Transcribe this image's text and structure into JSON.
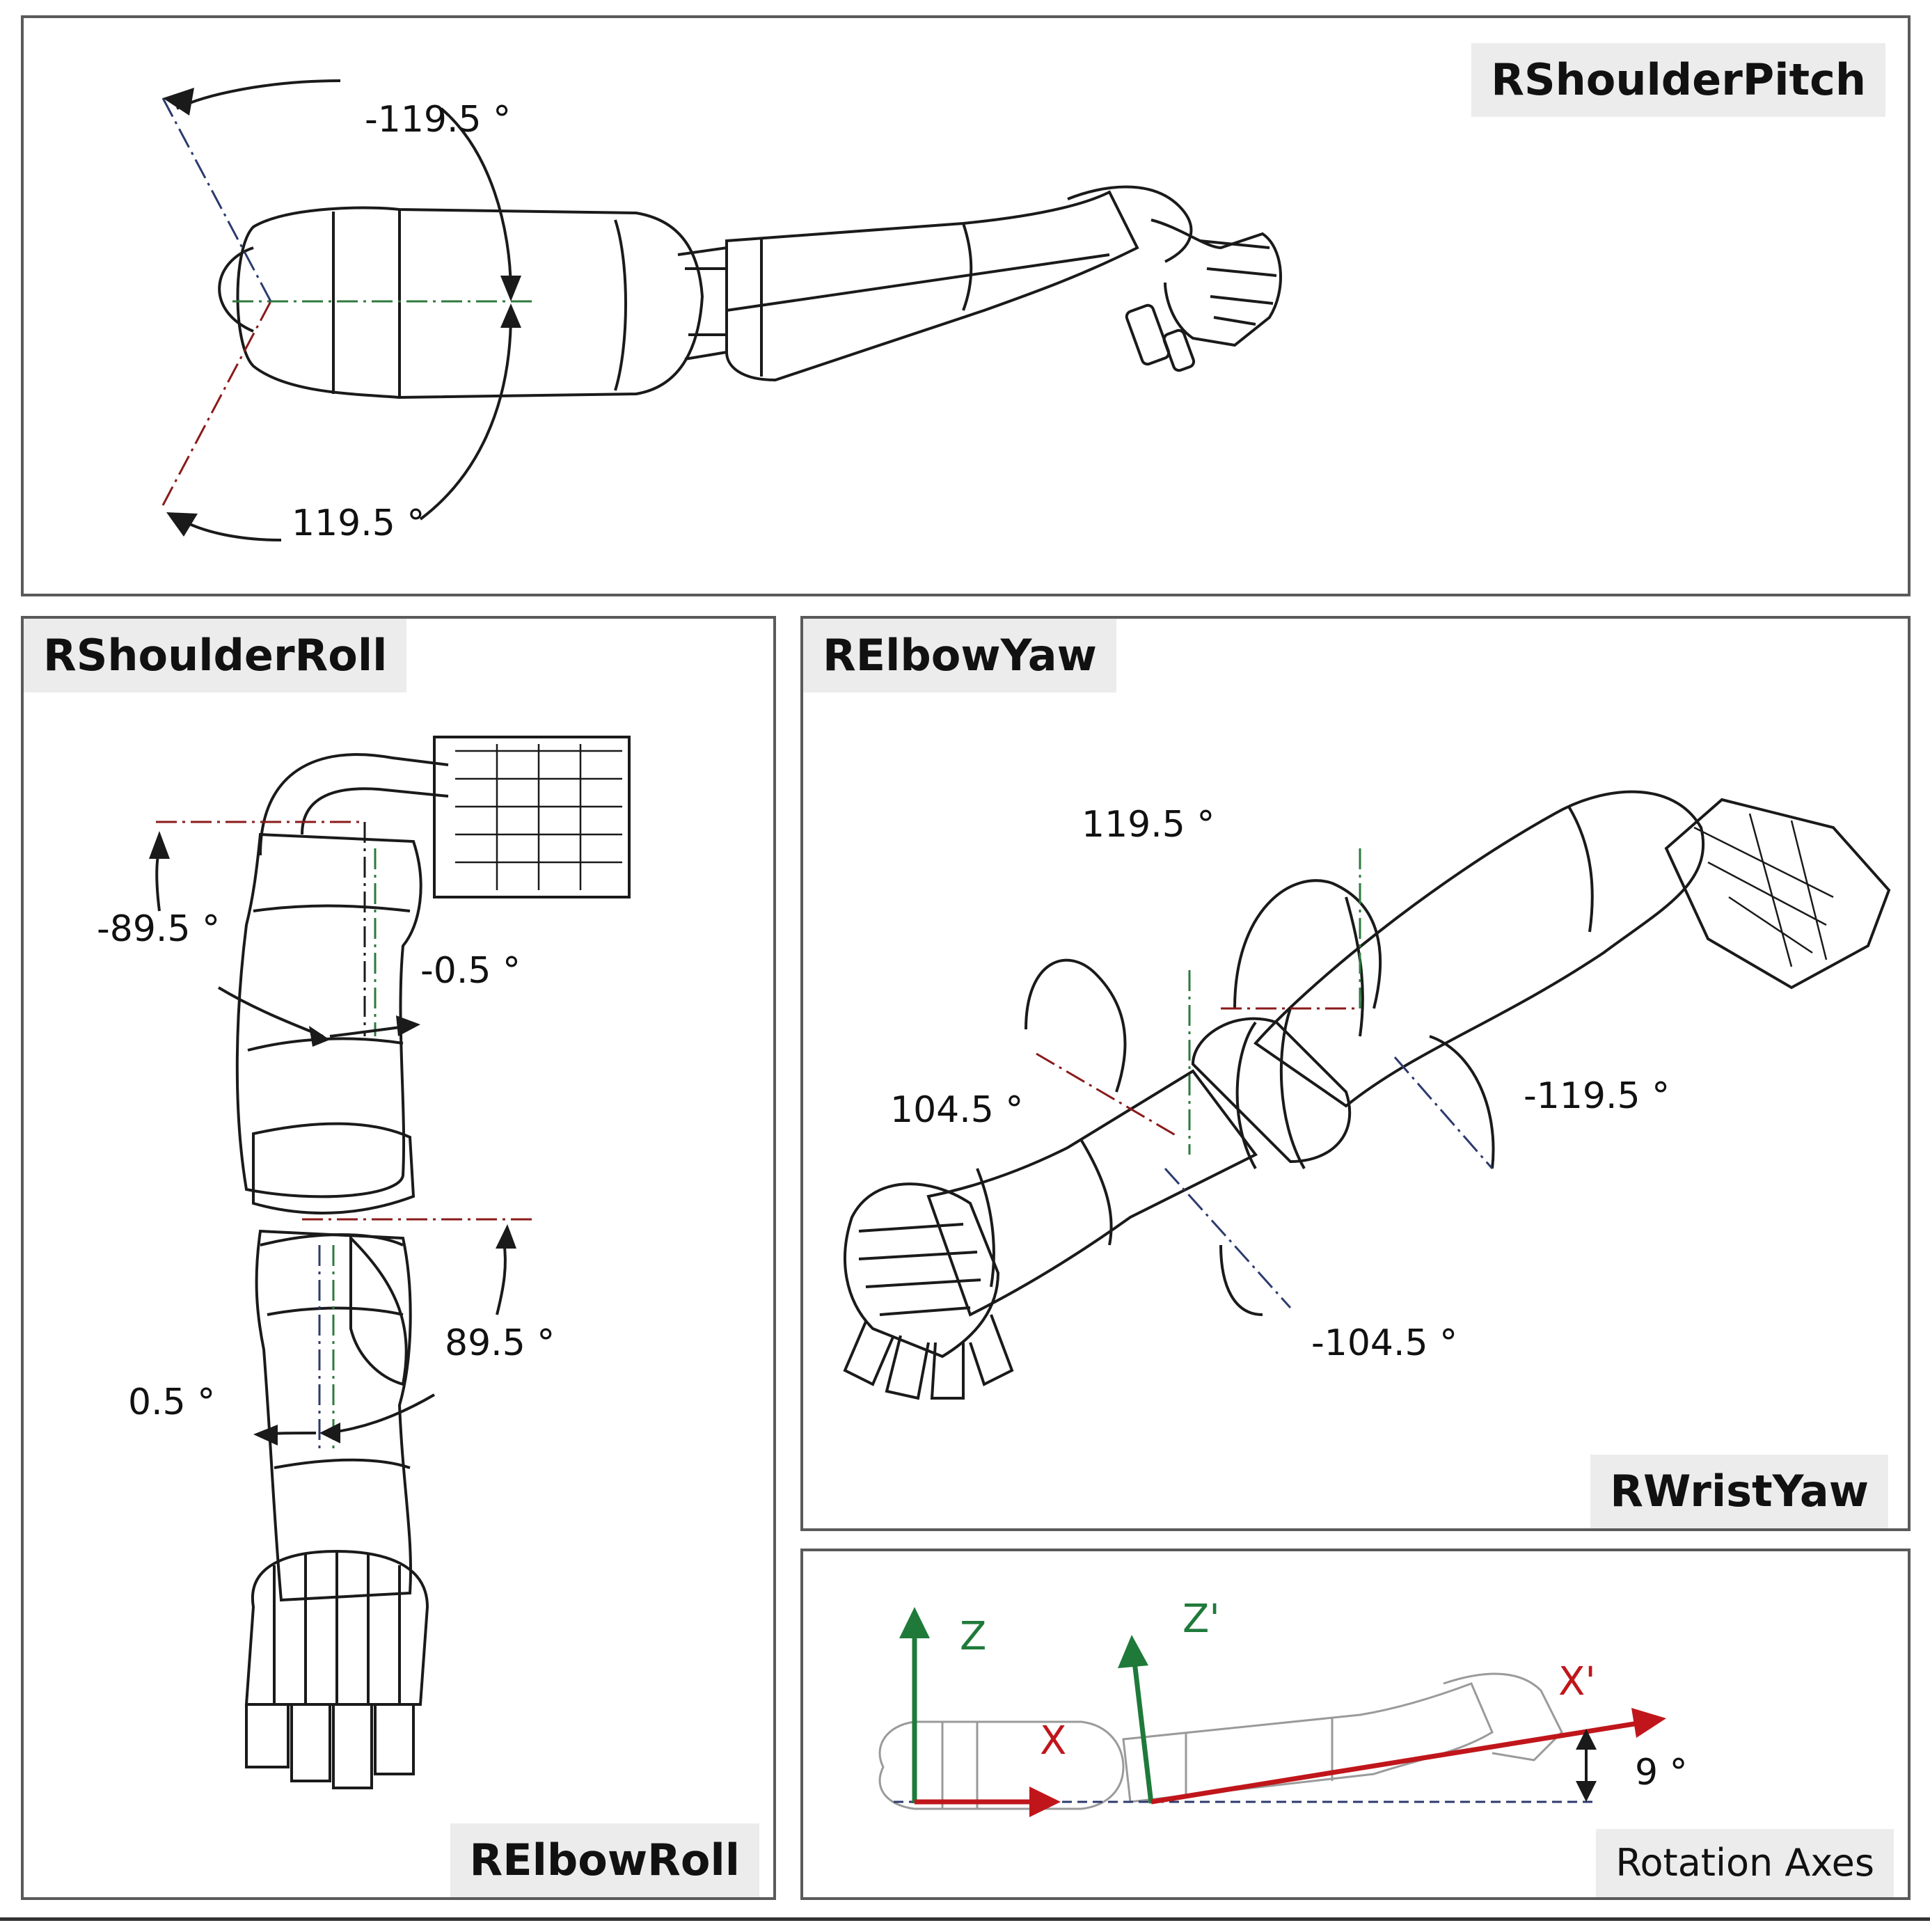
{
  "panels": {
    "shoulder_pitch": {
      "title": "RShoulderPitch",
      "angles": {
        "neg": "-119.5 °",
        "pos": "119.5 °"
      }
    },
    "shoulder_roll": {
      "title": "RShoulderRoll",
      "title_bottom": "RElbowRoll",
      "angles": {
        "a1": "-89.5 °",
        "a2": "-0.5 °",
        "a3": "89.5 °",
        "a4": "0.5 °"
      }
    },
    "elbow_yaw": {
      "title": "RElbowYaw",
      "title_bottom": "RWristYaw",
      "angles": {
        "a1": "119.5 °",
        "a2": "104.5 °",
        "a3": "-119.5 °",
        "a4": "-104.5 °"
      }
    },
    "rotation_axes": {
      "title": "Rotation Axes",
      "axes": {
        "z": "Z",
        "x": "X",
        "z_prime": "Z'",
        "x_prime": "X'"
      },
      "angle": "9 °"
    }
  },
  "colors": {
    "line": "#1a1a1a",
    "axis_green": "#1f7a3a",
    "axis_red": "#c0161b",
    "axis_blue": "#1d3b7a",
    "dash_red": "#8b1a1a",
    "dash_green": "#2d7a3c",
    "dash_blue": "#2c3a6e"
  }
}
